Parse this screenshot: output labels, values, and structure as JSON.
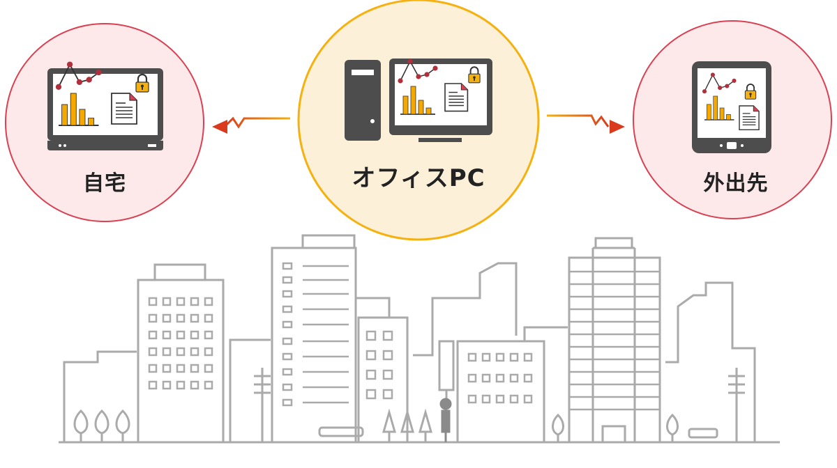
{
  "nodes": {
    "home": {
      "label": "自宅"
    },
    "office": {
      "label": "オフィスPC"
    },
    "away": {
      "label": "外出先"
    }
  },
  "colors": {
    "circle_side_fill": "#fde9e9",
    "circle_side_stroke": "#d94052",
    "circle_center_fill": "#fdf0d8",
    "circle_center_stroke": "#f5b10f",
    "device_dark": "#4d4d4d",
    "screen_fill": "#ffffff",
    "bar_color": "#f5a800",
    "line_color": "#b0303c",
    "lock_color": "#f5b10f",
    "arrow_color": "#d93a1e",
    "arrow_gradient_start": "#f5b10f",
    "city_line": "#aaaaaa",
    "street_light": "#8a8a8a"
  },
  "icons": [
    "laptop-icon",
    "desktop-pc-icon",
    "tablet-icon",
    "lock-icon",
    "document-icon",
    "bar-chart-icon",
    "line-chart-icon",
    "lightning-arrow-icon",
    "cityscape-illustration"
  ]
}
